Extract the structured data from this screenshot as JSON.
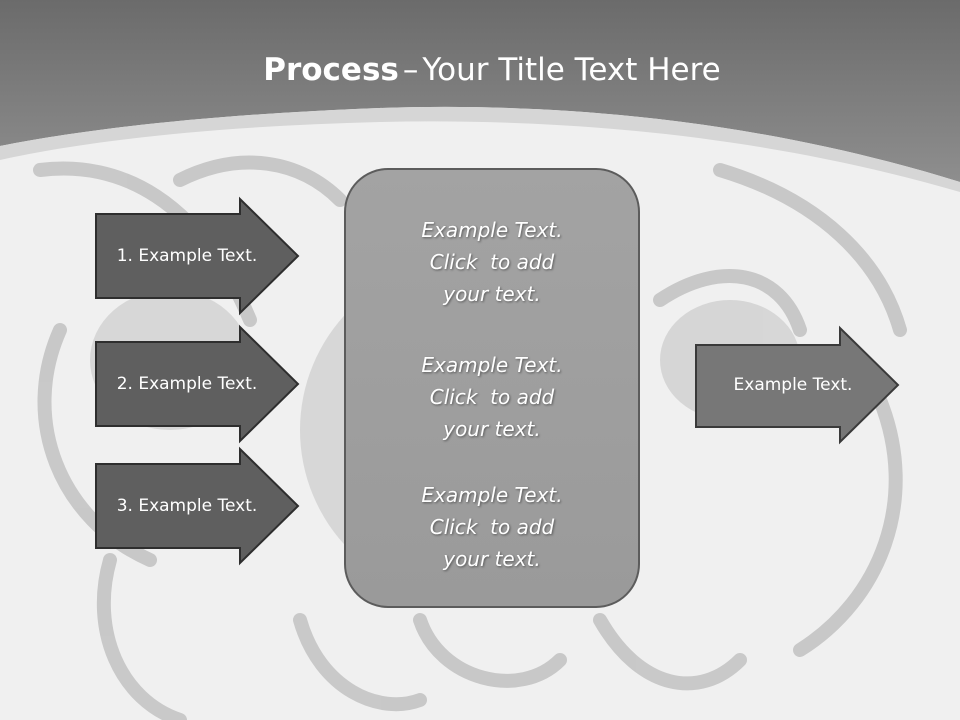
{
  "title": {
    "bold": "Process",
    "separator": "–",
    "rest": "Your Title Text Here"
  },
  "inputs": [
    {
      "label": "1. Example Text."
    },
    {
      "label": "2. Example Text."
    },
    {
      "label": "3. Example Text."
    }
  ],
  "center_blocks": [
    {
      "lines": [
        "Example Text.",
        "Click  to add",
        "your text."
      ]
    },
    {
      "lines": [
        "Example Text.",
        "Click  to add",
        "your text."
      ]
    },
    {
      "lines": [
        "Example Text.",
        "Click  to add",
        "your text."
      ]
    }
  ],
  "output": {
    "label": "Example Text."
  },
  "colors": {
    "header": "#7a7a7a",
    "arrow_fill": "#5f5f5f",
    "output_arrow_fill": "#777777",
    "center_fill": "#9e9e9e",
    "border": "#3a3a3a",
    "background": "#efefef"
  }
}
